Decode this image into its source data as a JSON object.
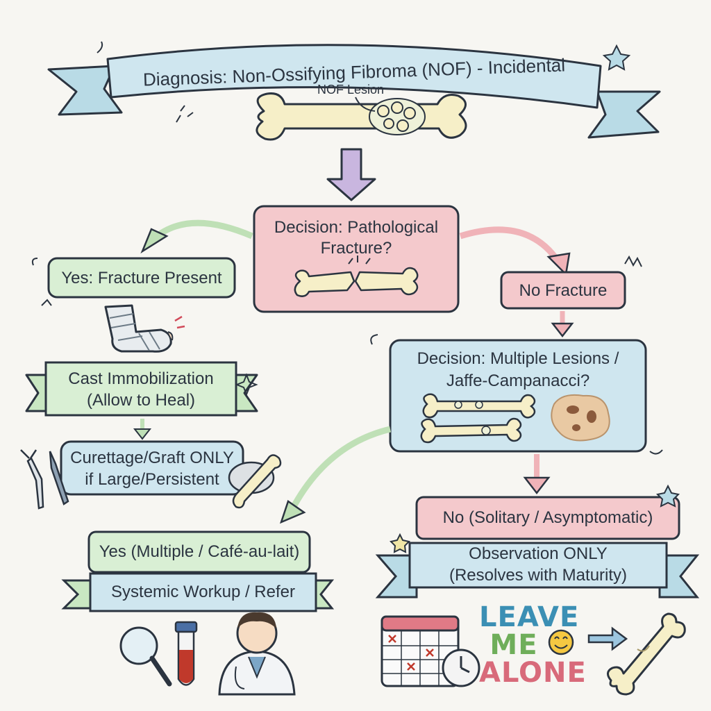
{
  "banner": {
    "title": "Diagnosis: Non-Ossifying Fibroma (NOF) - Incidental"
  },
  "lesion_label": "NOF Lesion",
  "decision_fracture": {
    "label": "Decision: Pathological Fracture?"
  },
  "yes_fracture": {
    "label": "Yes: Fracture Present"
  },
  "no_fracture": {
    "label": "No Fracture"
  },
  "cast": {
    "line1": "Cast Immobilization",
    "line2": "(Allow to Heal)"
  },
  "curettage": {
    "line1": "Curettage/Graft ONLY",
    "line2": "if Large/Persistent"
  },
  "decision_multiple": {
    "line1": "Decision: Multiple Lesions /",
    "line2": "Jaffe-Campanacci?"
  },
  "yes_multiple": {
    "label": "Yes (Multiple / Café-au-lait)"
  },
  "systemic": {
    "label": "Systemic Workup / Refer"
  },
  "no_solitary": {
    "label": "No (Solitary / Asymptomatic)"
  },
  "observation": {
    "line1": "Observation ONLY",
    "line2": "(Resolves with Maturity)"
  },
  "leave_me_alone": {
    "line1": "LEAVE",
    "line2": "ME",
    "line3": "ALONE"
  },
  "colors": {
    "blue_fill": "#cfe6ef",
    "green_fill": "#d9efd4",
    "pink_fill": "#f4c9cc",
    "purple_arrow": "#c9b6df",
    "green_arrow": "#bfe0b6",
    "pink_arrow": "#f0b3b8",
    "ink": "#2b3440"
  },
  "icons": [
    "bone-icon",
    "broken-bone-icon",
    "casted-leg-icon",
    "surgical-tools-icon",
    "graft-bone-icon",
    "magnifier-icon",
    "blood-tube-icon",
    "doctor-icon",
    "calendar-icon",
    "clock-icon",
    "smiley-icon",
    "healed-bone-icon",
    "spotted-patch-icon",
    "sparkle-icon"
  ]
}
